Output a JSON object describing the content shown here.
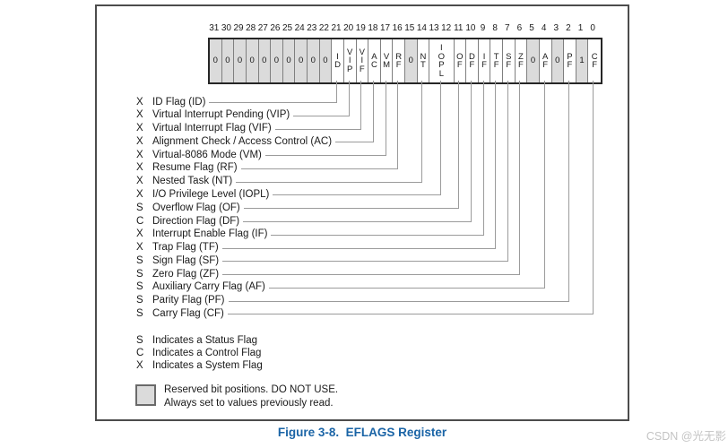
{
  "figure": {
    "caption": "Figure 3-8.  EFLAGS Register",
    "watermark": "CSDN @光无影"
  },
  "register": {
    "bit_numbers": [
      "31",
      "30",
      "29",
      "28",
      "27",
      "26",
      "25",
      "24",
      "23",
      "22",
      "21",
      "20",
      "19",
      "18",
      "17",
      "16",
      "15",
      "14",
      "13",
      "12",
      "11",
      "10",
      "9",
      "8",
      "7",
      "6",
      "5",
      "4",
      "3",
      "2",
      "1",
      "0"
    ],
    "cells": [
      {
        "text": "0",
        "bits": [
          31
        ],
        "reserved": true
      },
      {
        "text": "0",
        "bits": [
          30
        ],
        "reserved": true
      },
      {
        "text": "0",
        "bits": [
          29
        ],
        "reserved": true
      },
      {
        "text": "0",
        "bits": [
          28
        ],
        "reserved": true
      },
      {
        "text": "0",
        "bits": [
          27
        ],
        "reserved": true
      },
      {
        "text": "0",
        "bits": [
          26
        ],
        "reserved": true
      },
      {
        "text": "0",
        "bits": [
          25
        ],
        "reserved": true
      },
      {
        "text": "0",
        "bits": [
          24
        ],
        "reserved": true
      },
      {
        "text": "0",
        "bits": [
          23
        ],
        "reserved": true
      },
      {
        "text": "0",
        "bits": [
          22
        ],
        "reserved": true
      },
      {
        "text": "ID",
        "bits": [
          21
        ],
        "reserved": false
      },
      {
        "text": "VIP",
        "bits": [
          20
        ],
        "reserved": false
      },
      {
        "text": "VIF",
        "bits": [
          19
        ],
        "reserved": false
      },
      {
        "text": "AC",
        "bits": [
          18
        ],
        "reserved": false
      },
      {
        "text": "VM",
        "bits": [
          17
        ],
        "reserved": false
      },
      {
        "text": "RF",
        "bits": [
          16
        ],
        "reserved": false
      },
      {
        "text": "0",
        "bits": [
          15
        ],
        "reserved": true
      },
      {
        "text": "NT",
        "bits": [
          14
        ],
        "reserved": false
      },
      {
        "text": "IOPL",
        "bits": [
          13,
          12
        ],
        "reserved": false
      },
      {
        "text": "OF",
        "bits": [
          11
        ],
        "reserved": false
      },
      {
        "text": "DF",
        "bits": [
          10
        ],
        "reserved": false
      },
      {
        "text": "IF",
        "bits": [
          9
        ],
        "reserved": false
      },
      {
        "text": "TF",
        "bits": [
          8
        ],
        "reserved": false
      },
      {
        "text": "SF",
        "bits": [
          7
        ],
        "reserved": false
      },
      {
        "text": "ZF",
        "bits": [
          6
        ],
        "reserved": false
      },
      {
        "text": "0",
        "bits": [
          5
        ],
        "reserved": true
      },
      {
        "text": "AF",
        "bits": [
          4
        ],
        "reserved": false
      },
      {
        "text": "0",
        "bits": [
          3
        ],
        "reserved": true
      },
      {
        "text": "PF",
        "bits": [
          2
        ],
        "reserved": false
      },
      {
        "text": "1",
        "bits": [
          1
        ],
        "reserved": true
      },
      {
        "text": "CF",
        "bits": [
          0
        ],
        "reserved": false
      }
    ]
  },
  "flags": [
    {
      "type": "X",
      "label": "ID Flag (ID)",
      "bits": [
        21
      ]
    },
    {
      "type": "X",
      "label": "Virtual Interrupt Pending (VIP)",
      "bits": [
        20
      ]
    },
    {
      "type": "X",
      "label": "Virtual Interrupt Flag (VIF)",
      "bits": [
        19
      ]
    },
    {
      "type": "X",
      "label": "Alignment Check / Access Control (AC)",
      "bits": [
        18
      ]
    },
    {
      "type": "X",
      "label": "Virtual-8086 Mode (VM)",
      "bits": [
        17
      ]
    },
    {
      "type": "X",
      "label": "Resume Flag (RF)",
      "bits": [
        16
      ]
    },
    {
      "type": "X",
      "label": "Nested Task (NT)",
      "bits": [
        14
      ]
    },
    {
      "type": "X",
      "label": "I/O Privilege Level (IOPL)",
      "bits": [
        13,
        12
      ]
    },
    {
      "type": "S",
      "label": "Overflow Flag (OF)",
      "bits": [
        11
      ]
    },
    {
      "type": "C",
      "label": "Direction Flag (DF)",
      "bits": [
        10
      ]
    },
    {
      "type": "X",
      "label": "Interrupt Enable Flag (IF)",
      "bits": [
        9
      ]
    },
    {
      "type": "X",
      "label": "Trap Flag (TF)",
      "bits": [
        8
      ]
    },
    {
      "type": "S",
      "label": "Sign Flag (SF)",
      "bits": [
        7
      ]
    },
    {
      "type": "S",
      "label": "Zero Flag (ZF)",
      "bits": [
        6
      ]
    },
    {
      "type": "S",
      "label": "Auxiliary Carry Flag (AF)",
      "bits": [
        4
      ]
    },
    {
      "type": "S",
      "label": "Parity Flag (PF)",
      "bits": [
        2
      ]
    },
    {
      "type": "S",
      "label": "Carry Flag (CF)",
      "bits": [
        0
      ]
    }
  ],
  "legend": [
    {
      "letter": "S",
      "text": "Indicates a Status Flag"
    },
    {
      "letter": "C",
      "text": "Indicates a Control Flag"
    },
    {
      "letter": "X",
      "text": "Indicates a System Flag"
    }
  ],
  "reserved_note": {
    "line1": "Reserved bit positions. DO NOT USE.",
    "line2": "Always set to values previously read."
  },
  "colors": {
    "caption_blue": "#1a64a6",
    "watermark_gray": "#c4c4c4",
    "reserved_fill": "#dbdbdb",
    "connector_gray": "#9b9b9b",
    "register_border": "#262626"
  }
}
